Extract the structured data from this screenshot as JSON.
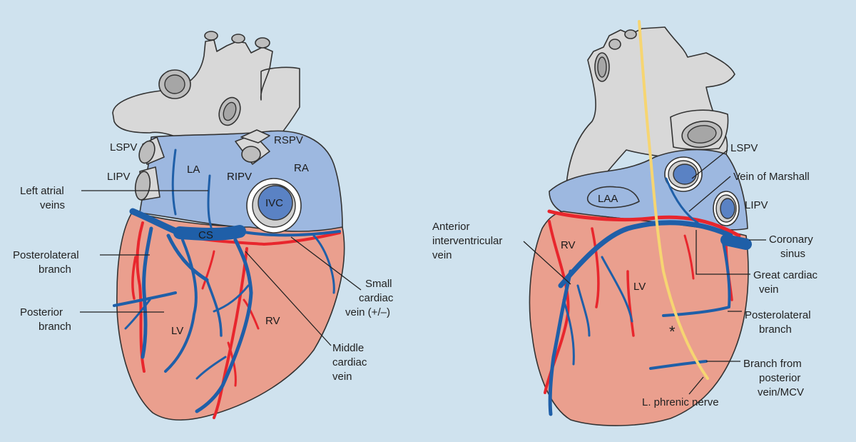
{
  "diagram": {
    "posterior_view": {
      "labels": {
        "lspv": "LSPV",
        "lipv": "LIPV",
        "la": "LA",
        "ripv": "RIPV",
        "rspv": "RSPV",
        "ra": "RA",
        "ivc": "IVC",
        "cs": "CS",
        "lv": "LV",
        "rv": "RV"
      },
      "callouts": {
        "left_atrial_veins": [
          "Left atrial",
          "veins"
        ],
        "posterolateral_branch": [
          "Posterolateral",
          "branch"
        ],
        "posterior_branch": [
          "Posterior",
          "branch"
        ],
        "small_cardiac_vein": [
          "Small",
          "cardiac",
          "vein (+/–)"
        ],
        "middle_cardiac_vein": [
          "Middle",
          "cardiac",
          "vein"
        ]
      }
    },
    "lateral_view": {
      "labels": {
        "laa": "LAA",
        "rv": "RV",
        "lv": "LV",
        "lspv": "LSPV",
        "lipv": "LIPV",
        "asterisk": "*"
      },
      "callouts": {
        "vein_of_marshall": [
          "Vein of Marshall"
        ],
        "anterior_interventricular_vein": [
          "Anterior",
          "interventricular",
          "vein"
        ],
        "coronary_sinus": [
          "Coronary",
          "sinus"
        ],
        "great_cardiac_vein": [
          "Great cardiac",
          "vein"
        ],
        "posterolateral_branch": [
          "Posterolateral",
          "branch"
        ],
        "branch_from_posterior_vein": [
          "Branch from",
          "posterior",
          "vein/MCV"
        ],
        "phrenic_nerve": [
          "L. phrenic nerve"
        ]
      }
    },
    "colors": {
      "background": "#cfe2ee",
      "vessel_gray": "#d8d8d8",
      "atrium_blue": "#9db8e0",
      "ventricle_salmon": "#ea9f8e",
      "vein_blue": "#1f5fa8",
      "artery_red": "#e8262d",
      "nerve_yellow": "#f6d572"
    }
  }
}
